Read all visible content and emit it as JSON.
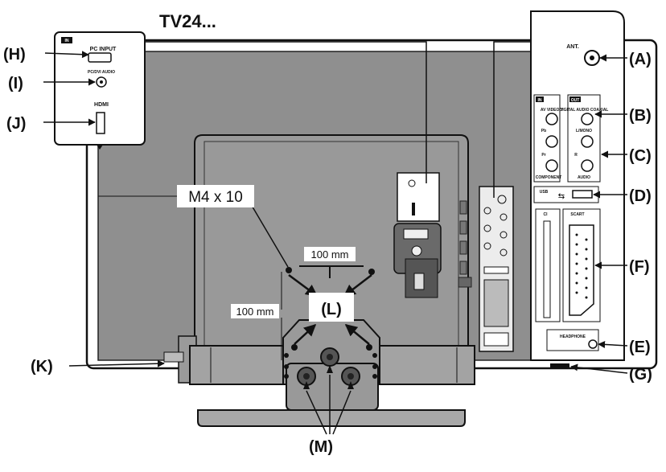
{
  "title": "TV24...",
  "callouts": {
    "A": "(A)",
    "B": "(B)",
    "C": "(C)",
    "D": "(D)",
    "E": "(E)",
    "F": "(F)",
    "G": "(G)",
    "H": "(H)",
    "I": "(I)",
    "J": "(J)",
    "K": "(K)",
    "L": "(L)",
    "M": "(M)"
  },
  "screw_size": "M4 x 10",
  "dim_horizontal": "100 mm",
  "dim_vertical": "100 mm",
  "panel_left": {
    "badge": "IN",
    "pc_input": "PC INPUT",
    "pc_audio": "PC/DVI AUDIO",
    "hdmi": "HDMI"
  },
  "panel_right": {
    "ant": "ANT.",
    "in_badge": "IN",
    "out_badge": "OUT",
    "av_video": "AV VIDEO/Y",
    "digital_audio": "DIGITAL AUDIO COAXIAL",
    "pb": "Pb",
    "pr": "Pr",
    "l_mono": "L/MONO",
    "r": "R",
    "component": "COMPONENT",
    "audio": "AUDIO",
    "usb": "USB",
    "ci": "CI",
    "scart": "SCART",
    "headphone": "HEADPHONE"
  }
}
